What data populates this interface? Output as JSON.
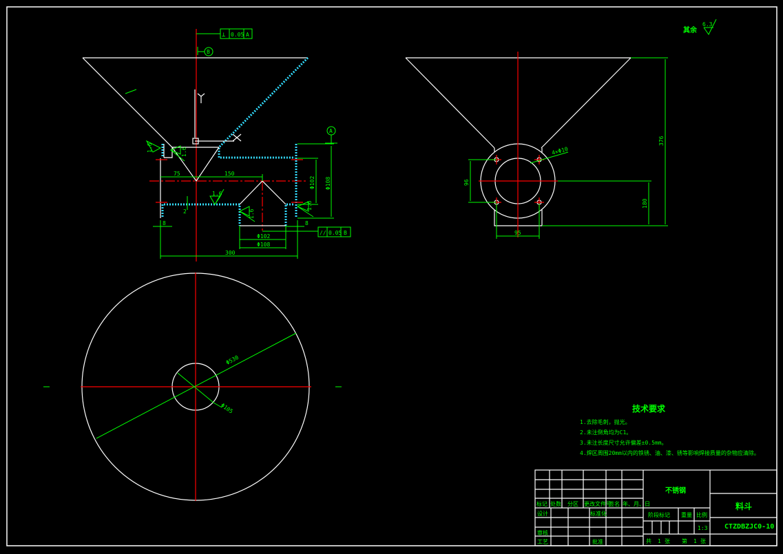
{
  "drawing": {
    "title": "料斗",
    "drawing_number": "CTZDBZJC0-10",
    "material": "不锈钢",
    "scale": "1:3",
    "sheets": {
      "total_label": "共",
      "total": "1",
      "sheet_unit": "张",
      "current_label": "第",
      "current": "1"
    },
    "surface_roughness": {
      "label": "其余",
      "value": "6.3"
    }
  },
  "front_view": {
    "perpendicularity": {
      "symbol": "⊥",
      "tolerance": "0.05",
      "datum": "A"
    },
    "datum_b": "B",
    "datum_a": "A",
    "parallelism": {
      "symbol": "//",
      "tolerance": "0.05",
      "datum": "B"
    },
    "dims": {
      "d75": "75",
      "d150": "150",
      "phi102": "Φ102",
      "phi108": "Φ108",
      "phi102b": "Φ102",
      "phi108b": "Φ108",
      "d300": "300",
      "d8a": "8",
      "d8b": "8",
      "d2": "2"
    },
    "welds": {
      "w1": "1.6",
      "w2": "1.6",
      "w3": "1.6",
      "w4": "1.6",
      "w5": "1.6"
    }
  },
  "side_view": {
    "dims": {
      "d376": "376",
      "d180": "180",
      "d96": "96",
      "d95": "95",
      "holes": "4×Φ10"
    }
  },
  "top_view": {
    "dims": {
      "phi530": "Φ530",
      "phi105": "Φ105"
    }
  },
  "tech_requirements": {
    "title": "技术要求",
    "items": [
      "1.去除毛刺，抛光。",
      "2.未注倒角均为C1。",
      "3.未注长度尺寸允许偏差±0.5mm。",
      "4.焊区周围20mm以内的铁锈、油、漆、锈等影响焊接质量的杂物应清除。"
    ]
  },
  "title_block": {
    "headers": [
      "标记",
      "处数",
      "分区",
      "更改文件号",
      "签名",
      "年、月、日"
    ],
    "design": "设计",
    "standardize": "标准化",
    "review": "审核",
    "process": "工艺",
    "approve": "批准",
    "stage_mark": "阶段标记",
    "weight": "重量",
    "scale_label": "比例"
  }
}
